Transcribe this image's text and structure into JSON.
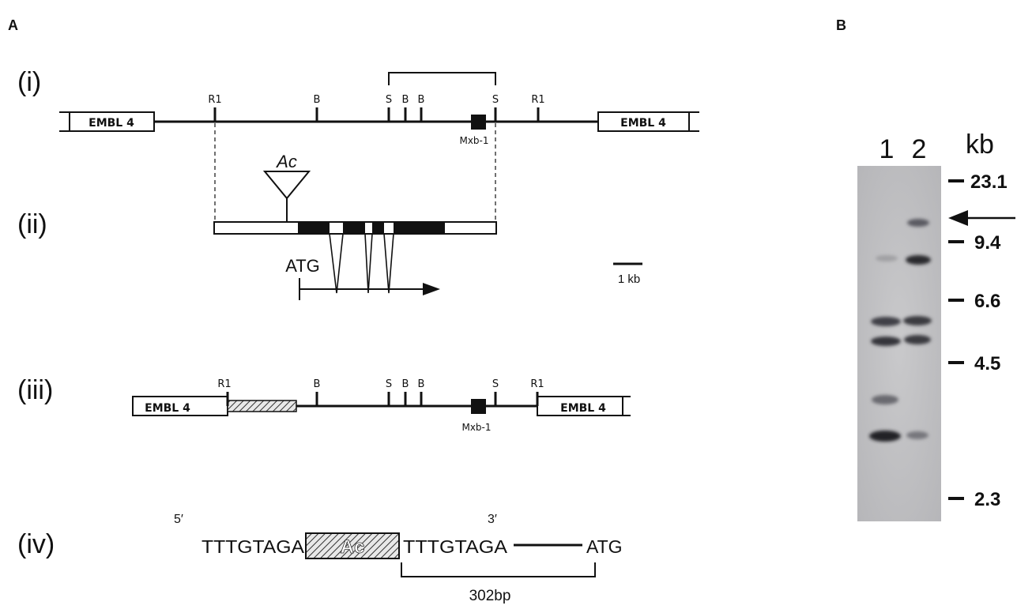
{
  "panel_a": {
    "label": "A",
    "rows": [
      {
        "label": "(i)"
      },
      {
        "label": "(ii)"
      },
      {
        "label": "(iii)"
      },
      {
        "label": "(iv)"
      }
    ],
    "row_i": {
      "vector_left": "EMBL 4",
      "vector_right": "EMBL 4",
      "sites": [
        "R1",
        "B",
        "S",
        "B",
        "B",
        "S",
        "R1"
      ],
      "marker": "Mxb-1"
    },
    "row_ii": {
      "insertion": "Ac",
      "start_codon": "ATG",
      "scale_label": "1 kb"
    },
    "row_iii": {
      "vector_left": "EMBL 4",
      "vector_right": "EMBL 4",
      "sites": [
        "R1",
        "B",
        "S",
        "B",
        "B",
        "S",
        "R1"
      ],
      "marker": "Mxb-1"
    },
    "row_iv": {
      "five_prime": "5′",
      "three_prime": "3′",
      "seq_left": "TTTGTAGA",
      "insert": "Ac",
      "seq_right": "TTTGTAGA",
      "end_codon": "ATG",
      "span_label": "302bp"
    }
  },
  "panel_b": {
    "label": "B",
    "lanes": [
      "1",
      "2"
    ],
    "unit": "kb",
    "markers": [
      "23.1",
      "9.4",
      "6.6",
      "4.5",
      "2.3"
    ]
  }
}
